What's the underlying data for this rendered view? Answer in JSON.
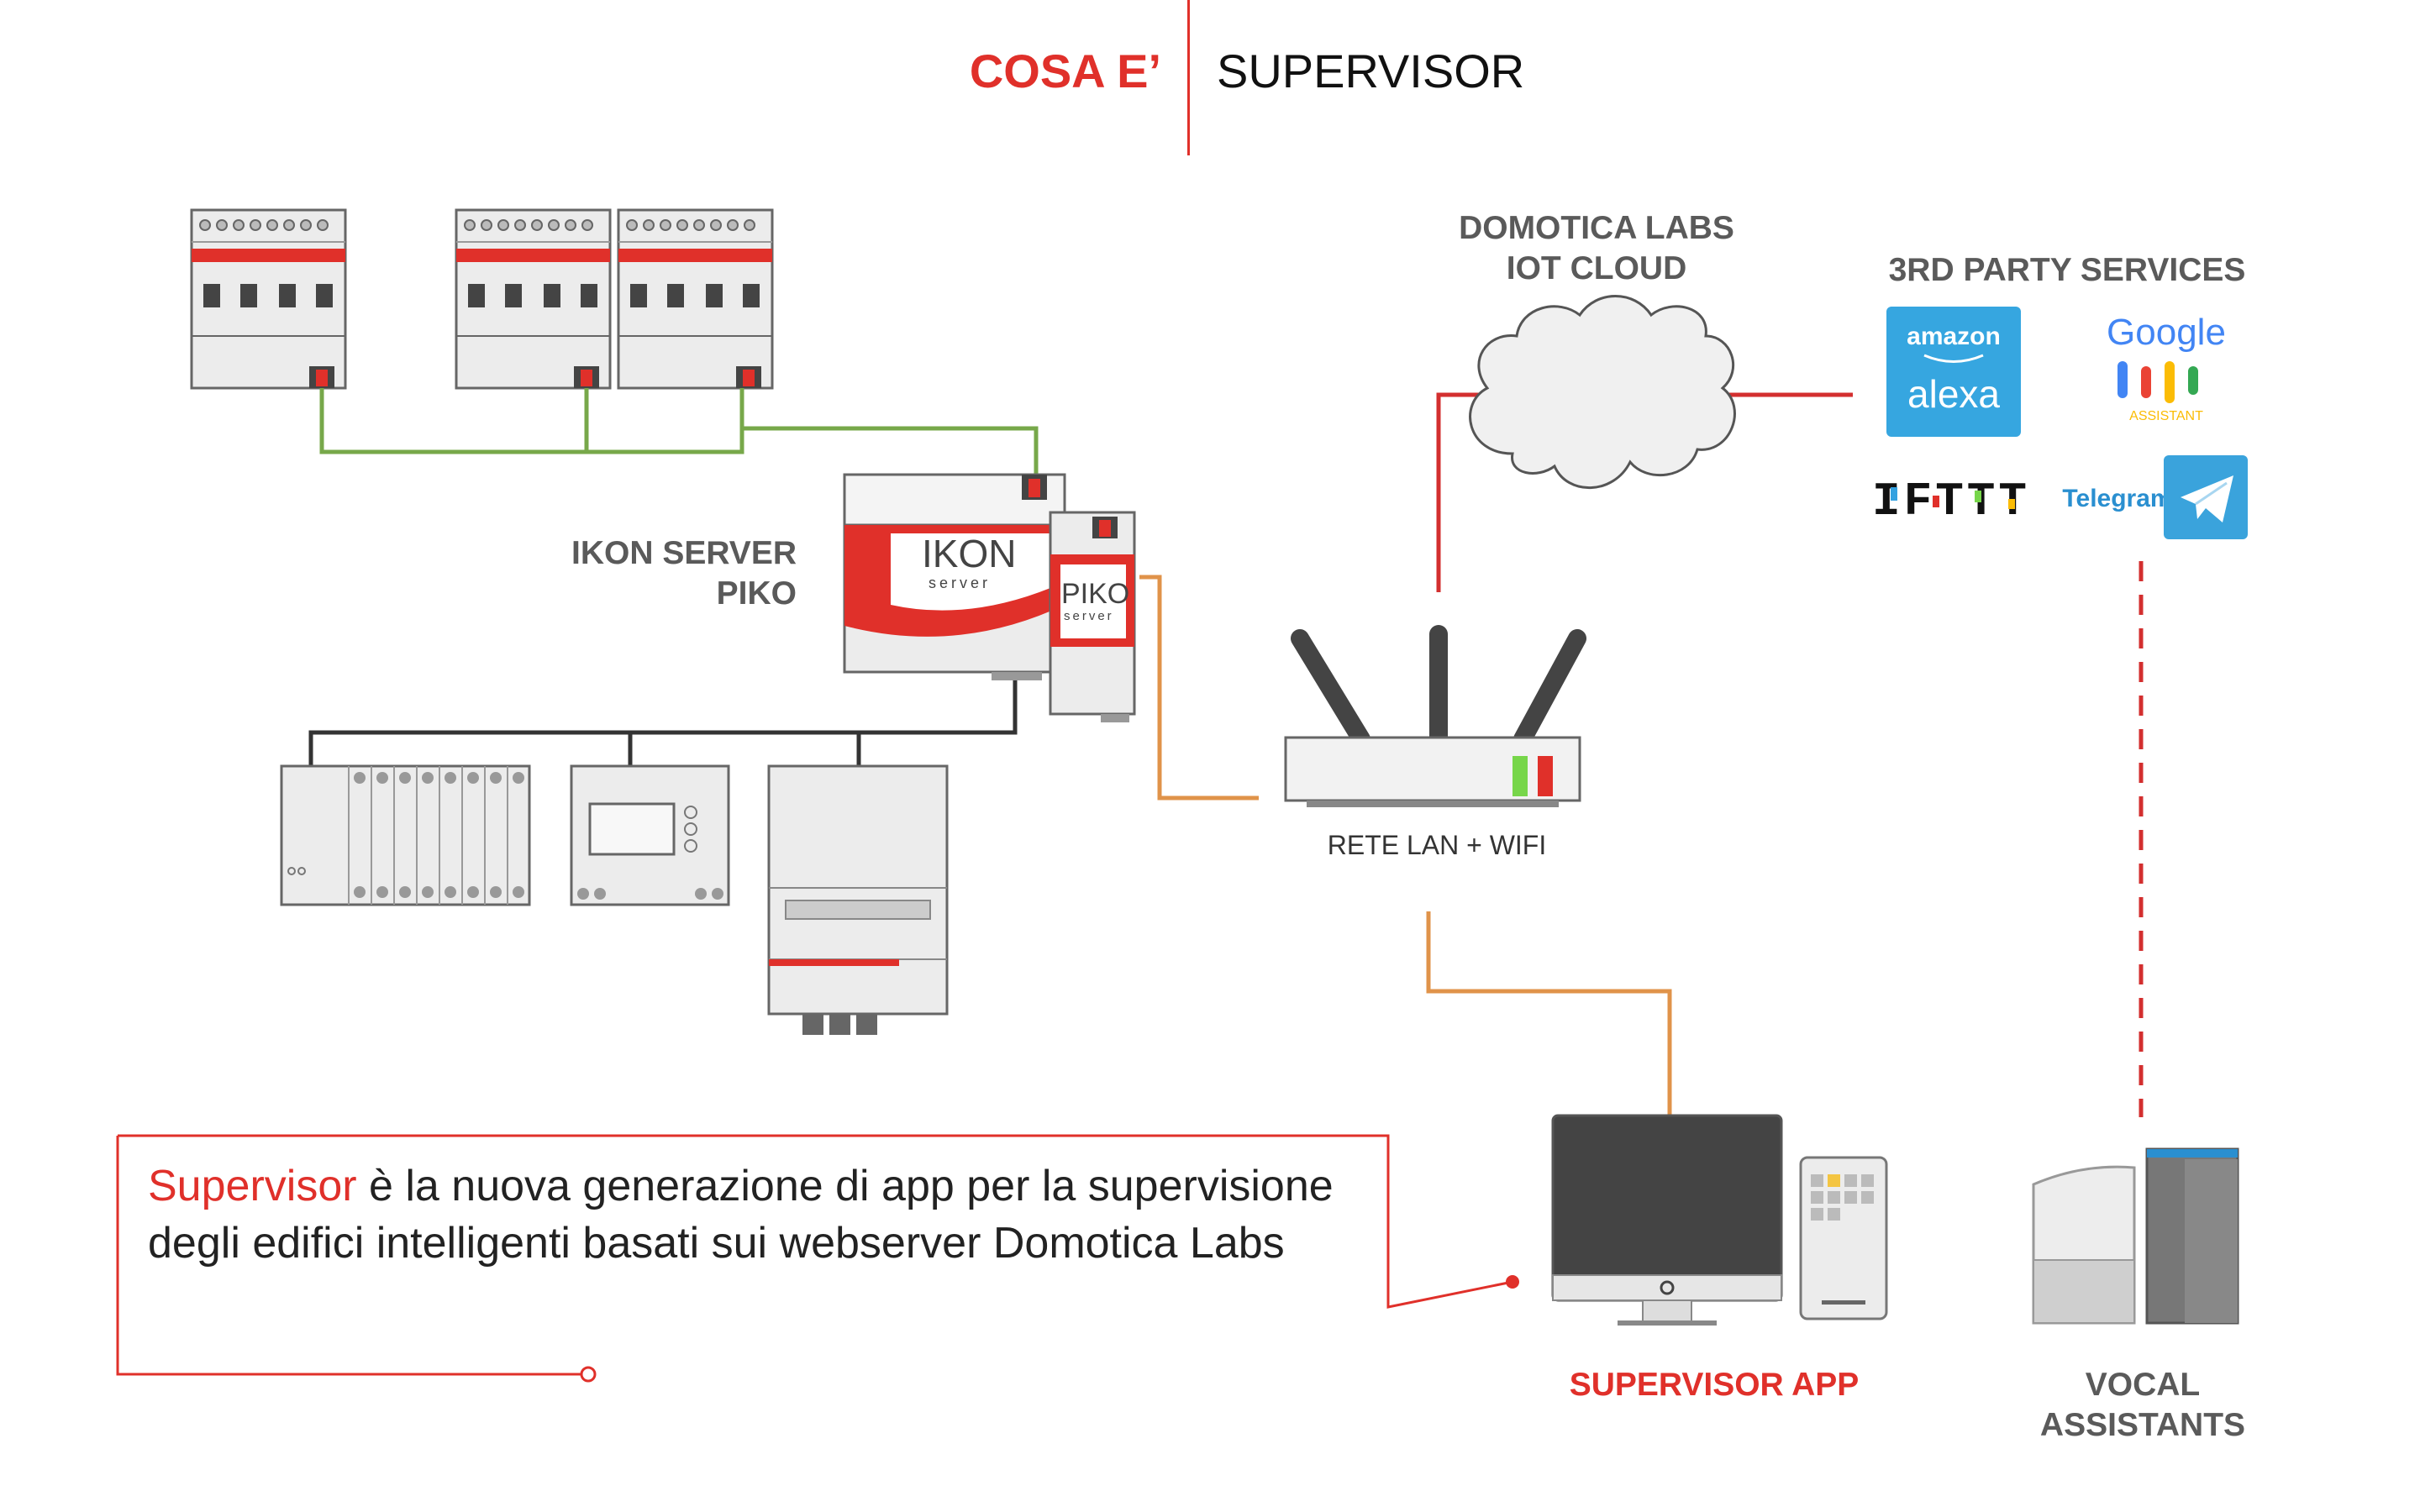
{
  "header": {
    "left": "COSA E’",
    "right": "SUPERVISOR"
  },
  "labels": {
    "ikon_server": "IKON SERVER",
    "piko": "PIKO",
    "iot_cloud_line1": "DOMOTICA LABS",
    "iot_cloud_line2": "IOT CLOUD",
    "third_party": "3RD PARTY SERVICES",
    "rete": "RETE LAN + WIFI",
    "supervisor_app": "SUPERVISOR APP",
    "vocal_line1": "VOCAL",
    "vocal_line2": "ASSISTANTS"
  },
  "services": {
    "amazon": "amazon",
    "alexa": "alexa",
    "google": "Google",
    "assistant": "ASSISTANT",
    "telegram": "Telegram",
    "ifttt": "IFTTT"
  },
  "devices": {
    "ikon_logo": "IKON",
    "ikon_sub": "server",
    "piko_logo": "PIKO",
    "piko_sub": "server"
  },
  "callout": {
    "highlight": "Supervisor",
    "text": " è la nuova generazione di app per la supervisione degli edifici intelligenti basati sui webserver Domotica Labs"
  },
  "colors": {
    "accent": "#e0302a",
    "green_wire": "#77a84a",
    "orange_wire": "#e0934a",
    "dark_wire": "#333333"
  }
}
